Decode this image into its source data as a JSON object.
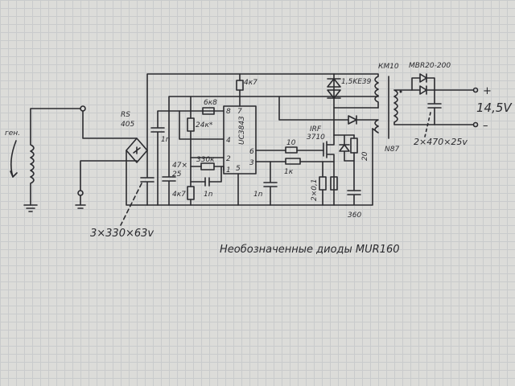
{
  "schematic": {
    "generator_label": "ген.",
    "bridge_label": [
      "RS",
      "405"
    ],
    "input_caps": "3×330×63v",
    "cap_47": [
      "47×",
      "25"
    ],
    "r_top": "4к7",
    "r_6k8": "6к8",
    "r_24k": "24к*",
    "r_330k": "330к",
    "r_4k7_bottom": "4к7",
    "c_1n_timing": "1n",
    "c_1n_left": "1n",
    "c_1n_right": "1n",
    "ic_label": "UC3843",
    "ic_pins": [
      "1",
      "2",
      "3",
      "4",
      "5",
      "6",
      "7",
      "8"
    ],
    "r_gate": "10",
    "r_1k": "1к",
    "r_sense": "2×0,1",
    "r_snubber": "20",
    "c_snubber": "360",
    "mosfet": [
      "IRF",
      "3710"
    ],
    "tvs": "1,5KE39",
    "core": "КМ10",
    "ferrite": "N87",
    "out_diodes": "MBR20-200",
    "out_voltage": "14,5V",
    "out_plus": "+",
    "out_minus": "–",
    "out_caps": "2×470×25v",
    "note": "Необозначенные диоды MUR160"
  }
}
